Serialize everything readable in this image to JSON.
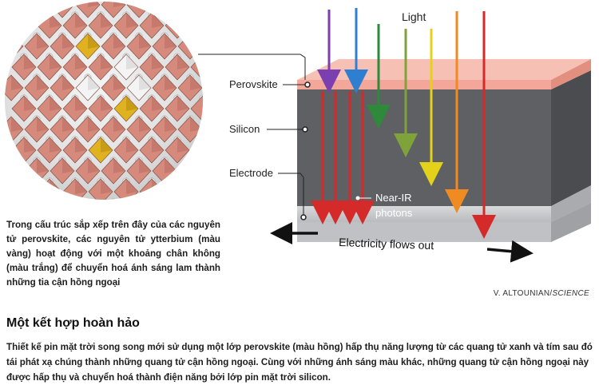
{
  "diagram": {
    "light_label": "Light",
    "perovskite_label": "Perovskite",
    "silicon_label": "Silicon",
    "electrode_label": "Electrode",
    "nearir_line1": "Near-IR",
    "nearir_line2": "photons",
    "electricity_label": "Electricity flows out",
    "colors": {
      "perovskite_layer": "#f2a79a",
      "silicon_front": "#5e6064",
      "silicon_top": "#8c8e92",
      "electrode": "#c9cbce",
      "octahedron": "#d68a7c",
      "ytterbium": "#e0b21f"
    },
    "light_rays": [
      "violet",
      "blue",
      "green",
      "yellow-green",
      "yellow",
      "orange",
      "red"
    ]
  },
  "caption": "Trong cấu trúc sắp xếp trên đây của các nguyên tử perovskite, các nguyên tử ytterbium (màu vàng) hoạt động với một khoảng chân không (màu trắng) để chuyển hoá ánh sáng lam thành những tia cận hồng ngoại",
  "credit": {
    "author": "V. ALTOUNIAN/",
    "org": "SCIENCE"
  },
  "article": {
    "title": "Một kết hợp hoàn hảo",
    "body": "Thiết kế pin mặt trời song song mới sử dụng một lớp perovskite (màu hồng) hấp thụ năng lượng từ các quang tử xanh và tím sau đó tái phát xạ chúng thành những quang tử cận hồng ngoại. Cùng với những ánh sáng màu khác, những quang tử cận hồng ngoại này được hấp thụ và chuyển hoá thành điện năng bởi lớp pin mặt trời silicon."
  }
}
